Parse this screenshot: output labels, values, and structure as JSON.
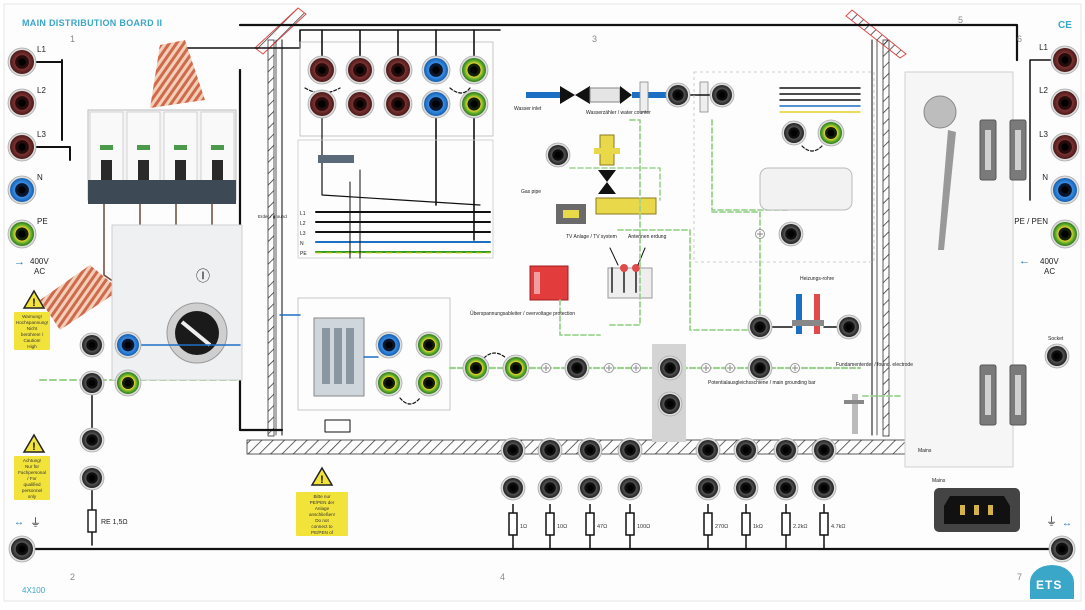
{
  "board": {
    "title": "MAIN DISTRIBUTION BOARD II",
    "ce_mark": "CE",
    "model": "4X100",
    "logo": "ETS",
    "corner_numbers": {
      "top_left": "1",
      "top_center": "3",
      "top_right": "5",
      "top_far_right": "6",
      "bottom_left": "2",
      "bottom_center": "4",
      "bottom_right": "7"
    }
  },
  "left_terminals": [
    {
      "id": "L1",
      "label": "L1"
    },
    {
      "id": "L2",
      "label": "L2"
    },
    {
      "id": "L3",
      "label": "L3"
    },
    {
      "id": "N",
      "label": "N"
    },
    {
      "id": "PE",
      "label": "PE"
    }
  ],
  "right_terminals": [
    {
      "id": "L1",
      "label": "L1"
    },
    {
      "id": "L2",
      "label": "L2"
    },
    {
      "id": "L3",
      "label": "L3"
    },
    {
      "id": "N",
      "label": "N"
    },
    {
      "id": "PE",
      "label": "PE / PEN"
    }
  ],
  "supply_left": {
    "value": "400V",
    "unit": "AC"
  },
  "supply_right": {
    "value": "400V",
    "unit": "AC"
  },
  "warnings": {
    "w1": "Warnung! Hochspannung! Nicht berühren! / Caution! High voltage!",
    "w2": "Achtung! Nur für Fachpersonal / For qualified personnel only",
    "w3": "Bitte nur PE/PEN der Anlage anschließen! Do not connect to PE/PEN of the installation"
  },
  "labels": {
    "earth_resistor": "RE 1,5Ω",
    "meter_symbol": "Ⓘ",
    "water_meter": "Wasserzähler / water counter",
    "water_inlet": "Wasser inlet",
    "gas_pipe": "Gas pipe",
    "tv_antenna": "TV Anlage / TV system",
    "antenna_grounding": "Antennen erdung",
    "overvoltage": "Überspannungsableiter / overvoltage protection",
    "main_ground_bar": "Potentialausgleichsschiene / main grounding bar",
    "heating": "Heizungs-rohre",
    "ground_bar": "Erder / ground",
    "structural_earth": "Fundamenterder / found. electrode",
    "power_inlet": "Mains",
    "right_socket": "Socket"
  },
  "resistors": [
    {
      "label": "1Ω"
    },
    {
      "label": "10Ω"
    },
    {
      "label": "47Ω"
    },
    {
      "label": "100Ω"
    },
    {
      "label": "270Ω"
    },
    {
      "label": "1kΩ"
    },
    {
      "label": "2.2kΩ"
    },
    {
      "label": "4.7kΩ"
    }
  ],
  "colors": {
    "phase": "#5a1a1a",
    "neutral": "#1d6fc4",
    "pe": "#2f9b1e",
    "pe_ring": "#d7c21a",
    "warning": "#f2e33a",
    "wire_dark": "#1a1a1a",
    "dashed_pe": "#9bd38e"
  }
}
